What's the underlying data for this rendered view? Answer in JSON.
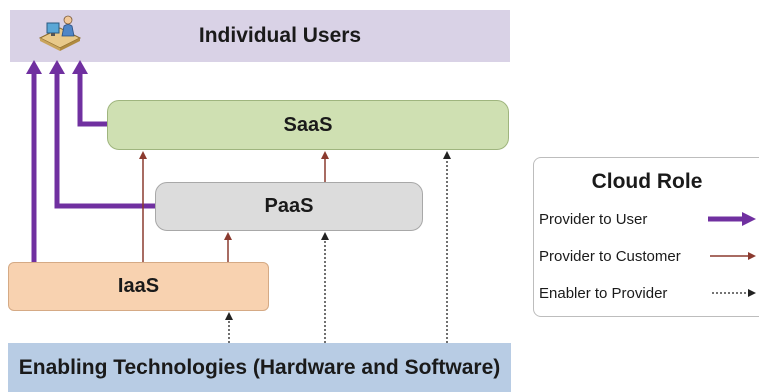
{
  "diagram": {
    "top_bar": {
      "label": "Individual Users"
    },
    "layers": {
      "saas": "SaaS",
      "paas": "PaaS",
      "iaas": "IaaS"
    },
    "bottom_bar": {
      "label": "Enabling Technologies (Hardware and Software)"
    }
  },
  "legend": {
    "title": "Cloud  Role",
    "items": [
      {
        "label": "Provider to User",
        "style": "thick-solid",
        "color": "#7030a0"
      },
      {
        "label": "Provider to Customer",
        "style": "thin-solid",
        "color": "#8b3a2f"
      },
      {
        "label": "Enabler to Provider",
        "style": "dotted",
        "color": "#222222"
      }
    ]
  },
  "colors": {
    "users_bar": "#d9d2e6",
    "saas": "#cfe0b2",
    "paas": "#dcdcdc",
    "iaas": "#f8d2b0",
    "enabling_bar": "#b8cce4",
    "provider_to_user": "#7030a0",
    "provider_to_customer": "#8b3a2f",
    "enabler_to_provider": "#222222"
  },
  "icons": {
    "users_icon": "computer-user-icon"
  }
}
